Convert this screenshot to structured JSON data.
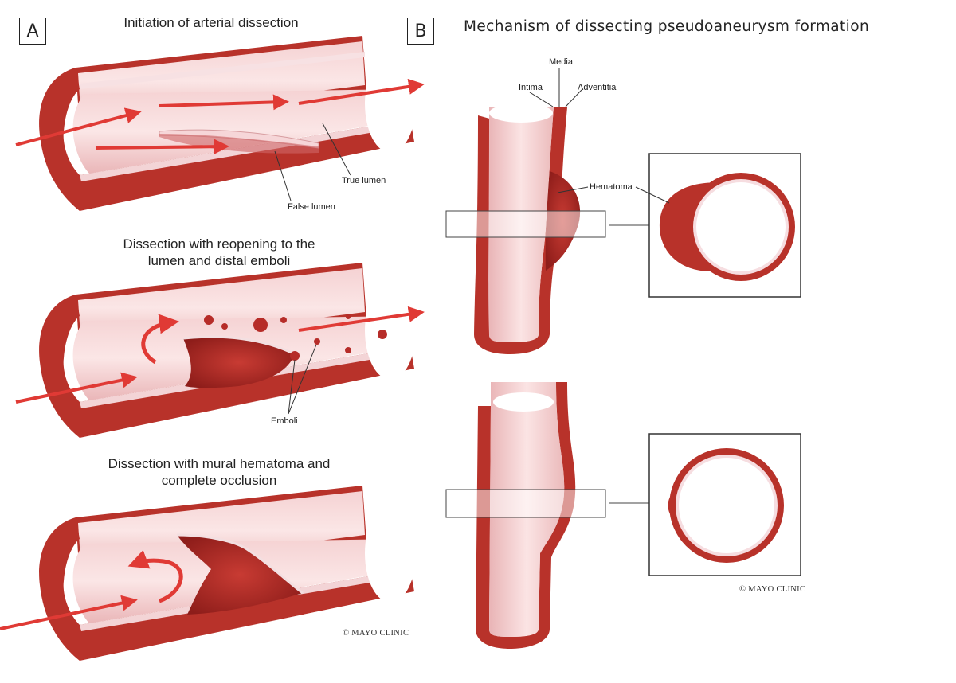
{
  "panel_a": {
    "label": "A",
    "titles": [
      "Initiation of arterial dissection",
      "Dissection with reopening to the lumen and distal emboli",
      "Dissection with mural hematoma and complete occlusion"
    ],
    "callouts": {
      "true_lumen": "True lumen",
      "false_lumen": "False lumen",
      "emboli": "Emboli"
    },
    "credit": "© MAYO CLINIC"
  },
  "panel_b": {
    "label": "B",
    "title": "Mechanism of dissecting pseudoaneurysm formation",
    "callouts": {
      "media": "Media",
      "intima": "Intima",
      "adventitia": "Adventitia",
      "hematoma": "Hematoma"
    },
    "credit": "© MAYO CLINIC"
  },
  "colors": {
    "vessel_wall": "#b8322a",
    "intima": "#f6dde0",
    "lumen": "#f0c4c6",
    "arrow": "#e03a35",
    "hematoma": "#a82622"
  }
}
